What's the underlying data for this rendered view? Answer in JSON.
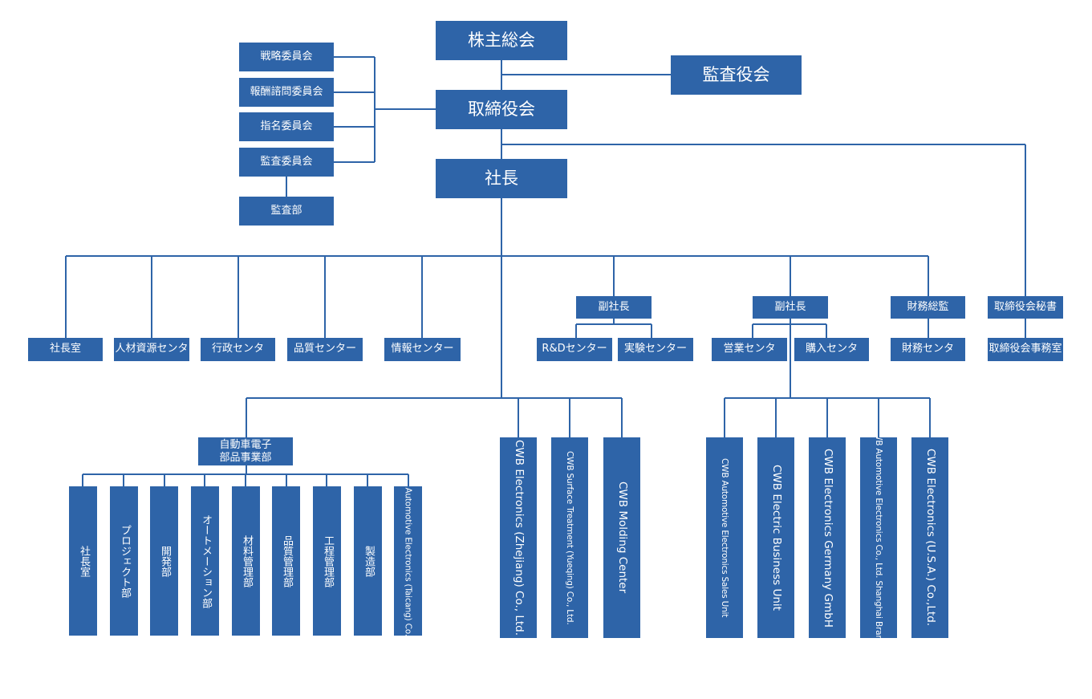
{
  "top": {
    "shareholders": "株主総会",
    "auditors_board": "監査役会",
    "board": "取締役会",
    "president": "社長"
  },
  "committees": [
    "戦略委員会",
    "報酬諮問委員会",
    "指名委員会",
    "監査委員会"
  ],
  "audit_dept": "監査部",
  "board_secretary": "取締役会秘書",
  "board_office": "取締役会事務室",
  "centers": [
    "社長室",
    "人材資源センタ",
    "行政センタ",
    "品質センター",
    "情報センター"
  ],
  "vp_left": {
    "title": "副社長",
    "units": [
      "R&Dセンター",
      "実験センター"
    ]
  },
  "vp_right": {
    "title": "副社長",
    "units": [
      "営業センタ",
      "購入センタ"
    ]
  },
  "cfo": {
    "title": "財務総監",
    "unit": "財務センタ"
  },
  "auto_division": "自動車電子部品事業部",
  "auto_departments": [
    "社長室",
    "プロジェクト部",
    "開発部",
    "オートメーション部",
    "材料管理部",
    "品質管理部",
    "工程管理部",
    "製造部",
    "CWB Automotive Electronics (Taicang) Co., Ltd."
  ],
  "president_subsidiaries": [
    "CWB Electronics (Zhejiang) Co., Ltd.",
    "CWB Surface Treatment (Yueqing) Co., Ltd.",
    "CWB Molding Center"
  ],
  "sales_subsidiaries": [
    "CWB Automotive Electronics Sales Unit",
    "CWB Electric Business Unit",
    "CWB Electronics Germany GmbH",
    "CWB Automotive Electronics Co., Ltd. Shanghai Branch",
    "CWB Electronics (U.S.A.) Co.,Ltd."
  ],
  "colors": {
    "box": "#2e64a8",
    "line": "#2e64a8",
    "text": "#ffffff"
  }
}
